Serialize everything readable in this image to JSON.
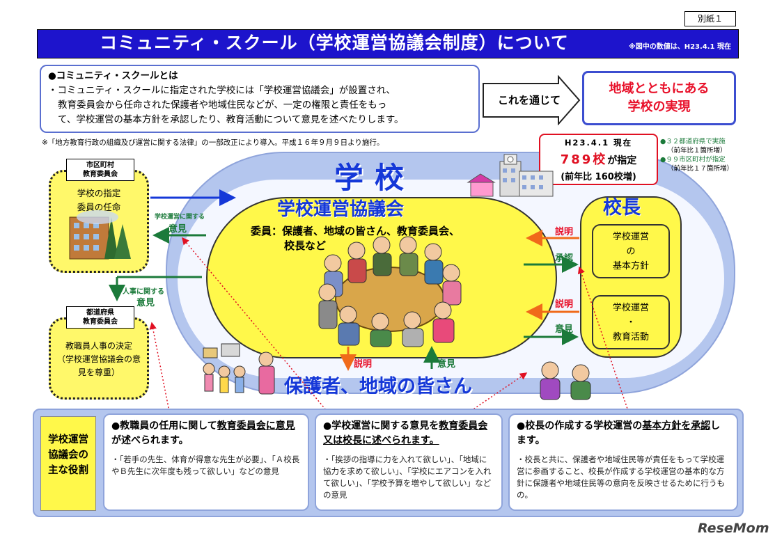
{
  "bekki": "別紙１",
  "title": "コミュニティ・スクール（学校運営協議会制度）について",
  "title_note": "※図中の数値は、H23.4.1 現在",
  "definition": {
    "heading": "●コミュニティ・スクールとは",
    "line1": "・コミュニティ・スクールに指定された学校には「学校運営協議会」が設置され、",
    "line2": "教育委員会から任命された保護者や地域住民などが、一定の権限と責任をもっ",
    "line3": "て、学校運営の基本方針を承認したり、教育活動について意見を述べたりします。"
  },
  "through": "これを通じて",
  "goal": {
    "line1": "地域とともにある",
    "line2": "学校の実現"
  },
  "law_note": "※「地方教育行政の組織及び運営に関する法律」の一部改正により導入。平成１６年９月９日より施行。",
  "stats": {
    "date": "H23.4.1 現在",
    "count": "789校",
    "count_suffix": "が指定",
    "prev": "(前年比 160校増)",
    "side1": "●３２都道府県で実施",
    "side1_sub": "（前年比１箇所増）",
    "side2": "●９９市区町村が指定",
    "side2_sub": "（前年比１７箇所増）"
  },
  "school": "学校",
  "council": {
    "title": "学校運営協議会",
    "members_line1": "委員：保護者、地域の皆さん、教育委員会、",
    "members_line2": "校長など"
  },
  "principal": {
    "title": "校長",
    "box1": [
      "学校運営",
      "の",
      "基本方針"
    ],
    "box2": [
      "学校運営",
      "・",
      "教育活動"
    ]
  },
  "parents": "保護者、地域の皆さん",
  "city": {
    "tag1": "市区町村",
    "tag2": "教育委員会",
    "line1": "学校の指定",
    "line2": "委員の任命"
  },
  "pref": {
    "tag1": "都道府県",
    "tag2": "教育委員会",
    "line1": "教職員人事の決定",
    "line2": "（学校運営協議会の意",
    "line3": "見を尊重）"
  },
  "arrow_labels": {
    "school_op_opinion_small": "学校運営に関する",
    "opinion": "意見",
    "personnel_small": "人事に関する",
    "personnel_opinion": "意見",
    "explain1": "説明",
    "approve": "承認",
    "explain2": "説明",
    "opinion2": "意見",
    "explain3": "説明",
    "opinion3": "意見"
  },
  "roles": {
    "label": [
      "学校運営",
      "協議会の",
      "主な役割"
    ],
    "card1": {
      "head_a": "●教職員の任用に関して",
      "head_u": "教育委員会に意見",
      "head_b": "が述べられます。",
      "body": "・「若手の先生、体育が得意な先生が必要」、「Ａ校長やＢ先生に次年度も残って欲しい」などの意見"
    },
    "card2": {
      "head_a": "●学校運営に関する意見を",
      "head_u": "教育委員会又は校長に述べられます。",
      "body": "・「挨拶の指導に力を入れて欲しい」、「地域に協力を求めて欲しい」、「学校にエアコンを入れて欲しい」、「学校予算を増やして欲しい」などの意見"
    },
    "card3": {
      "head_a": "●校長の作成する学校運営の",
      "head_u": "基本方針を承認",
      "head_b": "します。",
      "body": "・校長と共に、保護者や地域住民等が責任をもって学校運営に参画すること、校長が作成する学校運営の基本的な方針に保護者や地域住民等の意向を反映させるために行うもの。"
    }
  },
  "watermark": "ReseMom",
  "colors": {
    "title_bar": "#1d14cc",
    "school_blue": "#b4c6ee",
    "council_yellow": "#fff84a",
    "accent_red": "#e8112a",
    "accent_green": "#1b7a3a"
  }
}
